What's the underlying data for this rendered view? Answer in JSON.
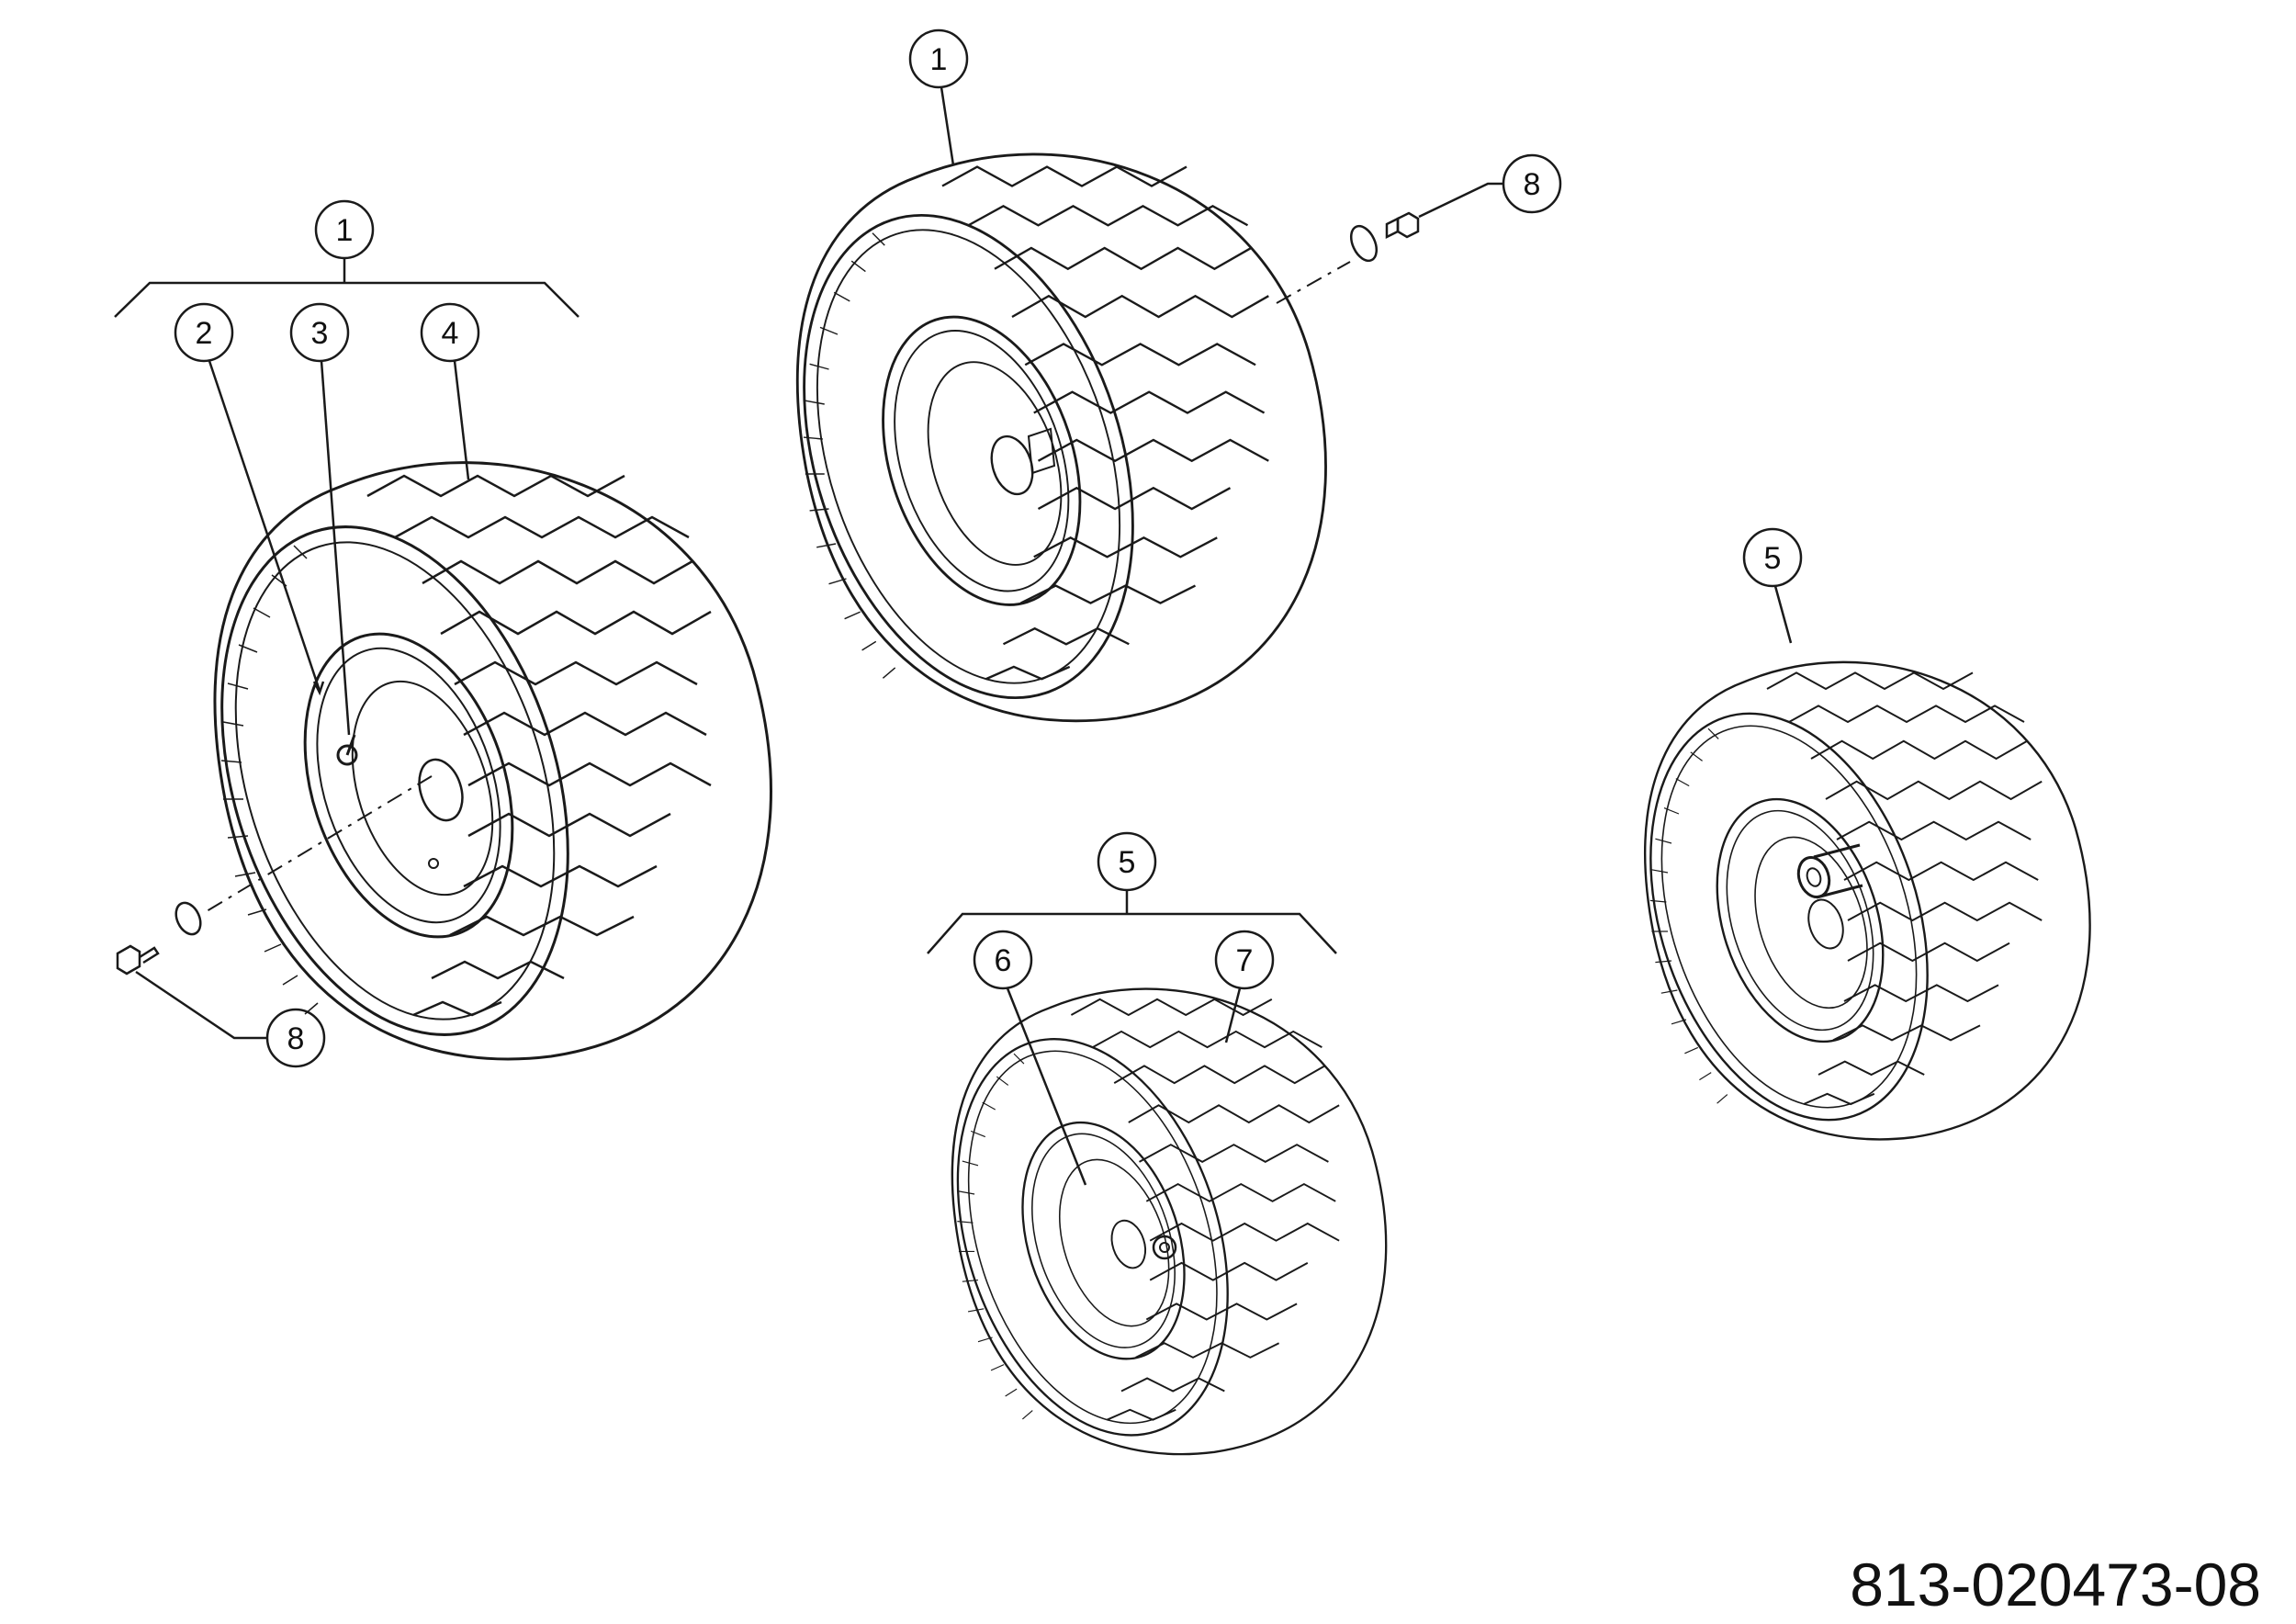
{
  "drawing_number": "813-020473-08",
  "callouts": {
    "c1_left": "1",
    "c2": "2",
    "c3": "3",
    "c4": "4",
    "c8_left": "8",
    "c1_top": "1",
    "c8_top": "8",
    "c5_center": "5",
    "c6": "6",
    "c7": "7",
    "c5_right": "5"
  }
}
